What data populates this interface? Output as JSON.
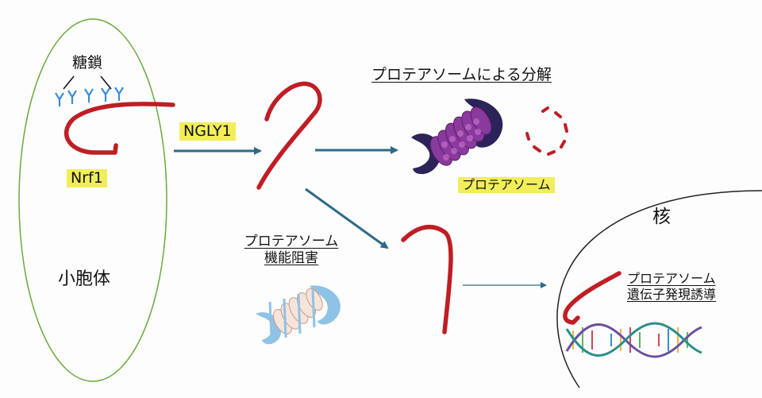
{
  "labels": {
    "sugar_chain": "糖鎖",
    "nrf1": "Nrf1",
    "vesicle": "小胞体",
    "ngly1": "NGLY1",
    "degradation_title": "プロテアソームによる分解",
    "proteasome": "プロテアソーム",
    "inhibition_line1": "プロテアソーム",
    "inhibition_line2": "機能阻害",
    "nucleus": "核",
    "induction_line1": "プロテアソーム",
    "induction_line2": "遺伝子発現誘導"
  },
  "colors": {
    "protein_red": "#bf1e24",
    "arrow_teal": "#2e6a86",
    "membrane_green": "#6aaa3c",
    "glycan_blue": "#3a8dd4",
    "highlight_yellow": "#f1ee5a",
    "proteasome_dark": "#2c2358",
    "proteasome_purple": "#8a3a9c",
    "inhibited_blue": "#8ec3e6",
    "inhibited_peach": "#f0c8b0"
  },
  "icons": {
    "glycans": "sugar-chain-y-icon",
    "proteasome": "proteasome-icon",
    "inhibited_proteasome": "inhibited-proteasome-icon",
    "dna": "dna-double-helix-icon"
  }
}
